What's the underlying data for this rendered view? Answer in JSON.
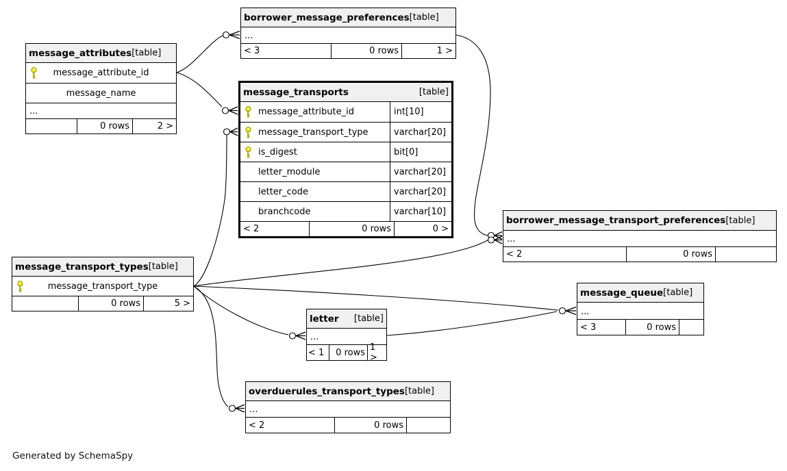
{
  "page": {
    "footer_note": "Generated by SchemaSpy"
  },
  "colors": {
    "key_fill": "#f0ea10",
    "key_outline": "#8a8a00",
    "header_bg": "#f0f0f0",
    "border": "#000000",
    "background": "#ffffff"
  },
  "tables": {
    "message_attributes": {
      "name": "message_attributes",
      "tag": "[table]",
      "columns": [
        {
          "name": "message_attribute_id",
          "key": true
        },
        {
          "name": "message_name",
          "key": false
        }
      ],
      "more": "...",
      "footer": {
        "parents": "",
        "rows": "0 rows",
        "children": "2 >"
      }
    },
    "borrower_message_preferences": {
      "name": "borrower_message_preferences",
      "tag": "[table]",
      "more": "...",
      "footer": {
        "parents": "< 3",
        "rows": "0 rows",
        "children": "1 >"
      }
    },
    "message_transports": {
      "name": "message_transports",
      "tag": "[table]",
      "columns": [
        {
          "name": "message_attribute_id",
          "type": "int[10]",
          "key": true
        },
        {
          "name": "message_transport_type",
          "type": "varchar[20]",
          "key": true
        },
        {
          "name": "is_digest",
          "type": "bit[0]",
          "key": true
        },
        {
          "name": "letter_module",
          "type": "varchar[20]",
          "key": false
        },
        {
          "name": "letter_code",
          "type": "varchar[20]",
          "key": false
        },
        {
          "name": "branchcode",
          "type": "varchar[10]",
          "key": false
        }
      ],
      "footer": {
        "parents": "< 2",
        "rows": "0 rows",
        "children": "0 >"
      }
    },
    "borrower_message_transport_preferences": {
      "name": "borrower_message_transport_preferences",
      "tag": "[table]",
      "more": "...",
      "footer": {
        "parents": "< 2",
        "rows": "0 rows",
        "children": ""
      }
    },
    "message_transport_types": {
      "name": "message_transport_types",
      "tag": "[table]",
      "columns": [
        {
          "name": "message_transport_type",
          "key": true
        }
      ],
      "footer": {
        "parents": "",
        "rows": "0 rows",
        "children": "5 >"
      }
    },
    "message_queue": {
      "name": "message_queue",
      "tag": "[table]",
      "more": "...",
      "footer": {
        "parents": "< 3",
        "rows": "0 rows",
        "children": ""
      }
    },
    "letter": {
      "name": "letter",
      "tag": "[table]",
      "more": "...",
      "footer": {
        "parents": "< 1",
        "rows": "0 rows",
        "children": "1 >"
      }
    },
    "overduerules_transport_types": {
      "name": "overduerules_transport_types",
      "tag": "[table]",
      "more": "...",
      "footer": {
        "parents": "< 2",
        "rows": "0 rows",
        "children": ""
      }
    }
  },
  "relationships": [
    {
      "from": "message_attributes.message_attribute_id",
      "to": "borrower_message_preferences"
    },
    {
      "from": "message_attributes.message_attribute_id",
      "to": "message_transports.message_attribute_id"
    },
    {
      "from": "message_transport_types.message_transport_type",
      "to": "message_transports.message_transport_type"
    },
    {
      "from": "message_transport_types.message_transport_type",
      "to": "borrower_message_transport_preferences"
    },
    {
      "from": "message_transport_types.message_transport_type",
      "to": "message_queue"
    },
    {
      "from": "message_transport_types.message_transport_type",
      "to": "letter"
    },
    {
      "from": "message_transport_types.message_transport_type",
      "to": "overduerules_transport_types"
    },
    {
      "from": "borrower_message_preferences",
      "to": "borrower_message_transport_preferences"
    },
    {
      "from": "letter",
      "to": "message_queue"
    }
  ]
}
